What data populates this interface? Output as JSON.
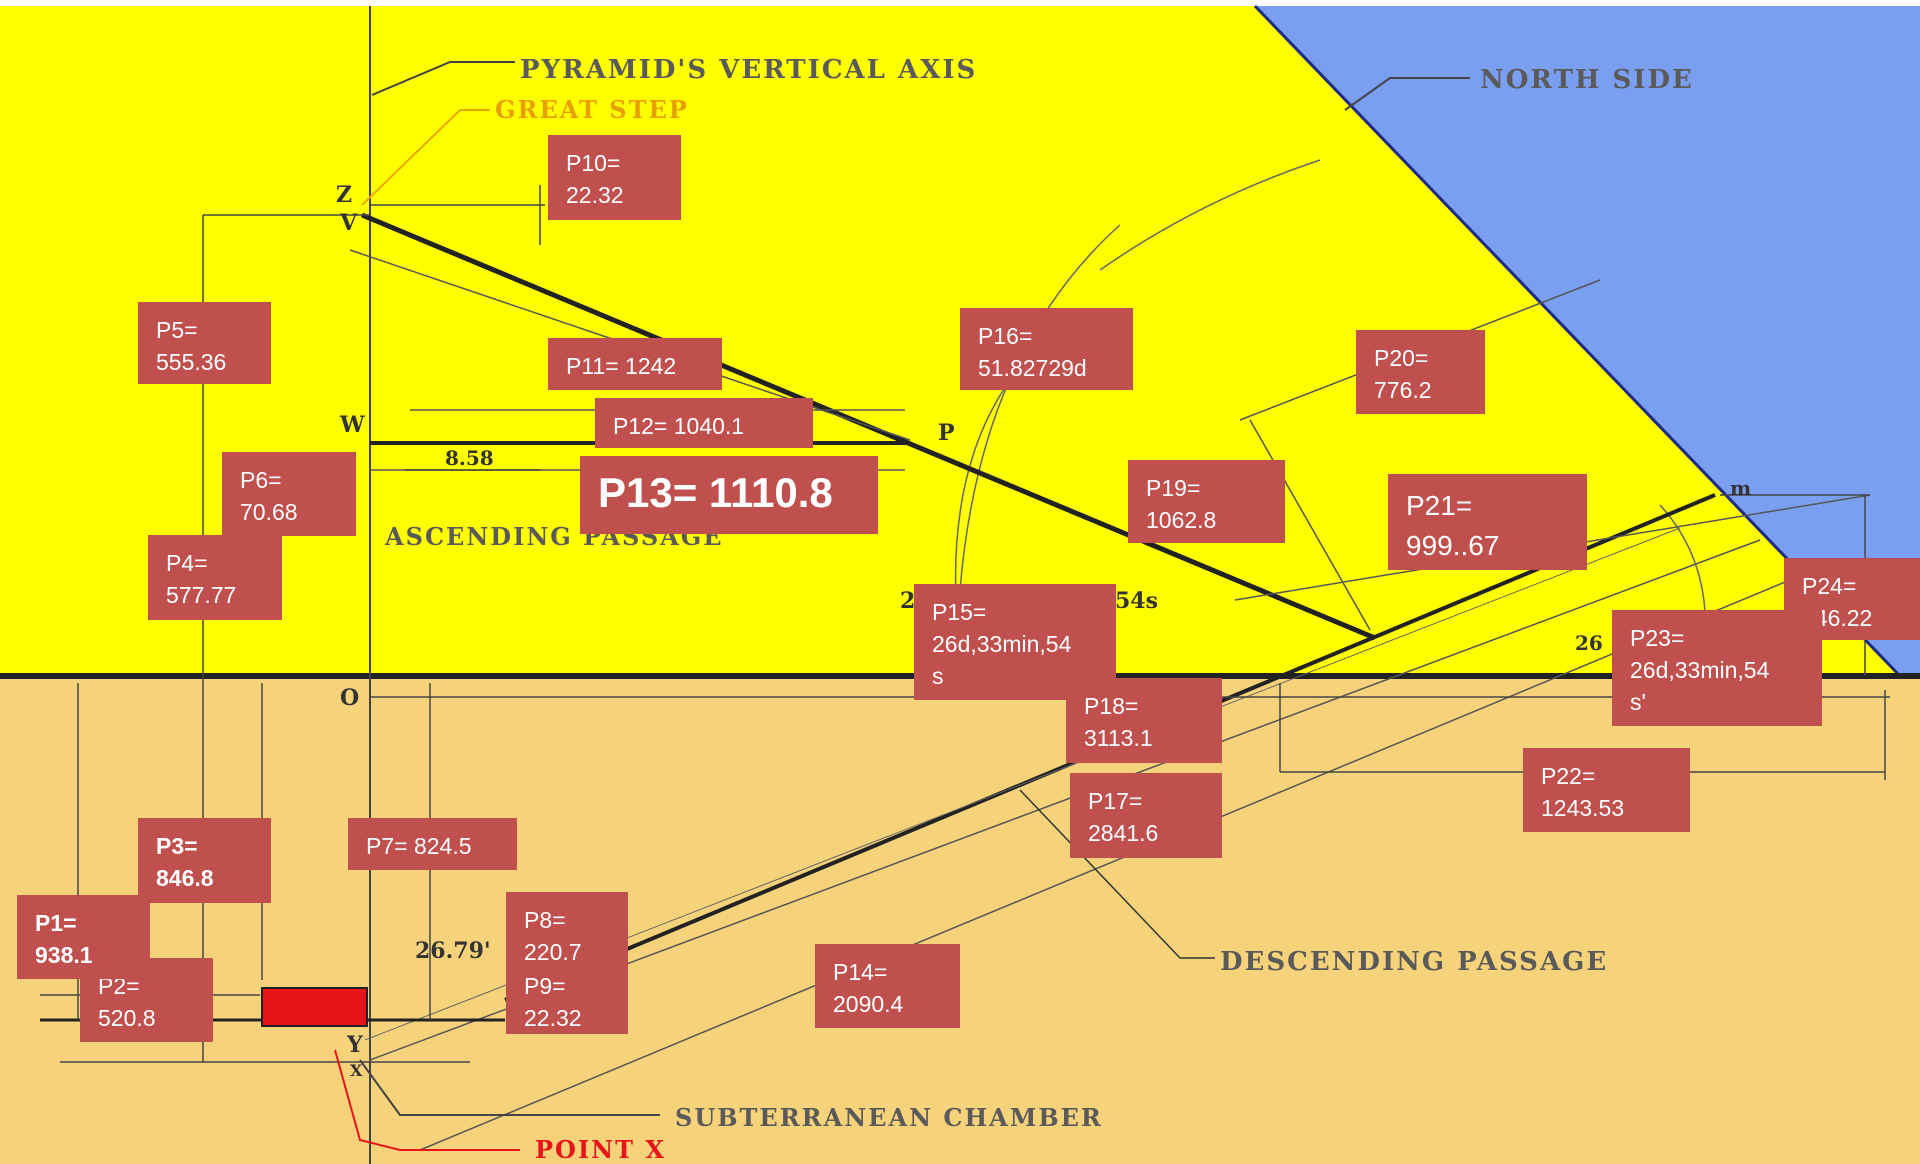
{
  "diagram": {
    "labels": {
      "vertical_axis": "PYRAMID'S VERTICAL AXIS",
      "great_step": "GREAT STEP",
      "north_side": "NORTH SIDE",
      "ascending_passage": "ASCENDING PASSAGE",
      "descending_passage": "DESCENDING PASSAGE",
      "subterranean_chamber": "SUBTERRANEAN CHAMBER",
      "point_x": "POINT X",
      "z": "Z",
      "v": "V",
      "w": "W",
      "p": "P",
      "o": "O",
      "y": "Y",
      "x": "X",
      "m": "m",
      "dim_858": "8.58",
      "dim_2679": "26.79'",
      "frag_54s": "54s",
      "frag_2": "2",
      "frag_26": "26"
    },
    "colors": {
      "upper_fill": "#ffff00",
      "lower_fill": "#f6d27a",
      "north_side": "#7a9ff0",
      "label_box": "#c0504d",
      "chamber": "#e8141a"
    }
  },
  "callouts": {
    "p1": "P1=\n938.1",
    "p2": "P2=\n520.8",
    "p3": "P3=\n846.8",
    "p4": "P4=\n577.77",
    "p5": "P5=\n555.36",
    "p6": "P6=\n70.68",
    "p7": "P7= 824.5",
    "p8": "P8=\n220.7",
    "p9": "P9=\n22.32",
    "p10": "P10=\n22.32",
    "p11": "P11= 1242",
    "p12": "P12= 1040.1",
    "p13": "P13= 1110.8",
    "p14": "P14=\n2090.4",
    "p15": "P15=\n26d,33min,54\ns",
    "p16": "P16=\n51.82729d",
    "p17": "P17=\n2841.6",
    "p18": "P18=\n3113.1",
    "p19": "P19=\n1062.8",
    "p20": "P20=\n776.2",
    "p21": "P21=\n999..67",
    "p22": "P22=\n1243.53",
    "p23": "P23=\n26d,33min,54\ns'",
    "p24": "P24=\n146.22"
  }
}
